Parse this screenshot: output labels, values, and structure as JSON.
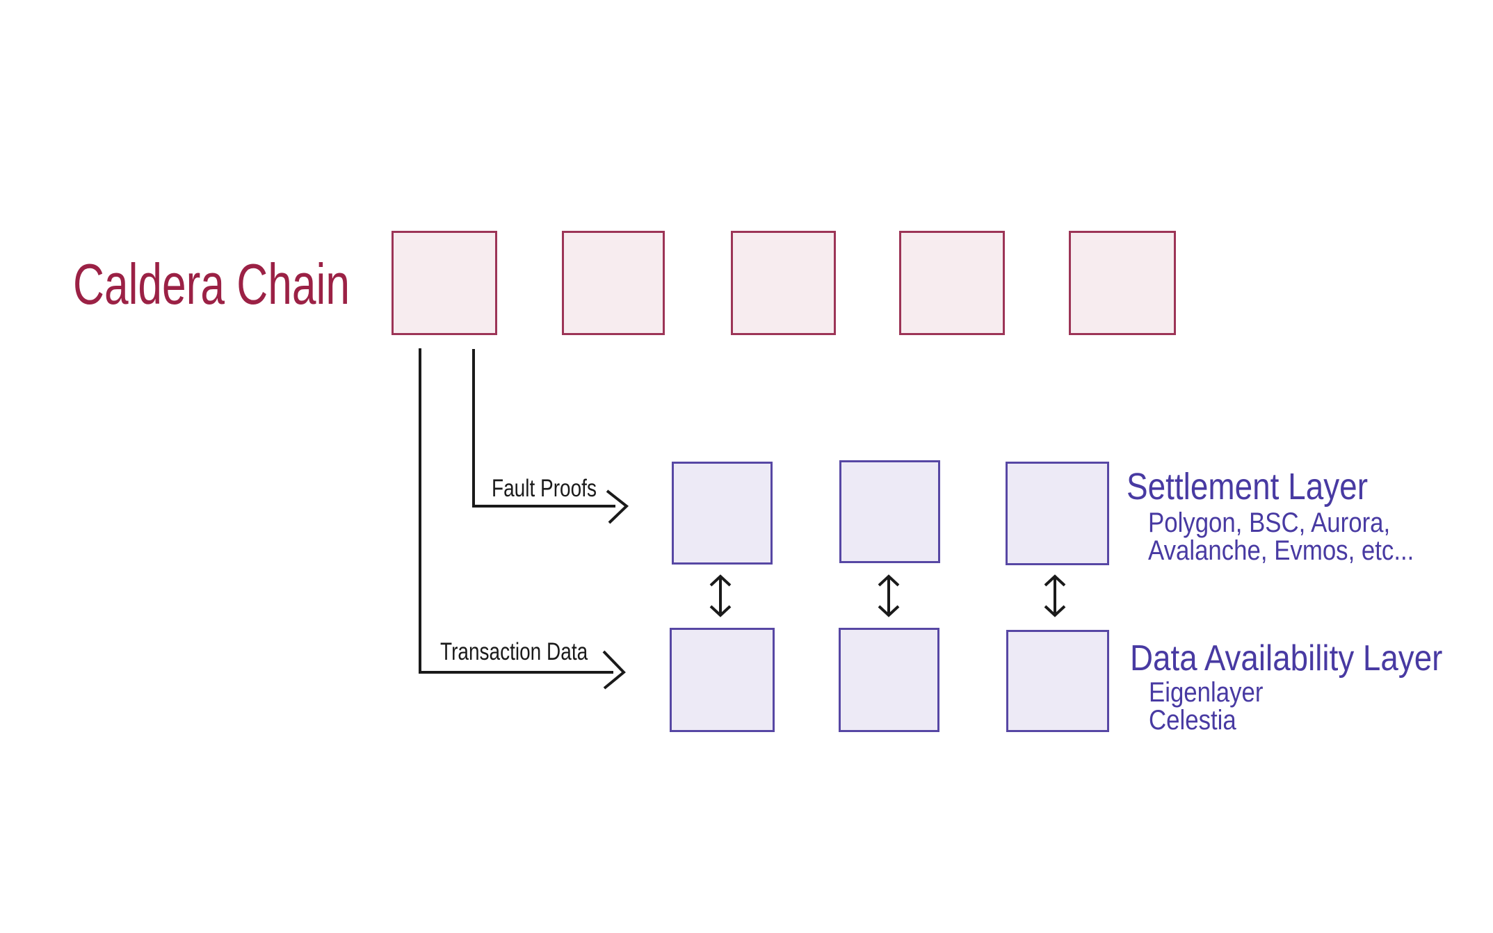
{
  "diagram": {
    "caldera": {
      "label": "Caldera Chain",
      "block_count": 5
    },
    "edges": {
      "fault_proofs_label": "Fault Proofs",
      "transaction_data_label": "Transaction Data"
    },
    "settlement": {
      "title": "Settlement Layer",
      "subtitle_line1": "Polygon, BSC, Aurora,",
      "subtitle_line2": "Avalanche, Evmos, etc...",
      "block_count": 3
    },
    "data_availability": {
      "title": "Data Availability Layer",
      "subtitle_line1": "Eigenlayer",
      "subtitle_line2": "Celestia",
      "block_count": 3
    },
    "colors": {
      "background": "#FFFFFF",
      "caldera_text": "#9B2145",
      "caldera_block_fill": "#F7ECEF",
      "caldera_block_border": "#9C3456",
      "layer_block_fill": "#EDEAF6",
      "layer_block_border": "#5747A4",
      "layer_text": "#483AA2",
      "line": "#1A1A1A"
    }
  }
}
